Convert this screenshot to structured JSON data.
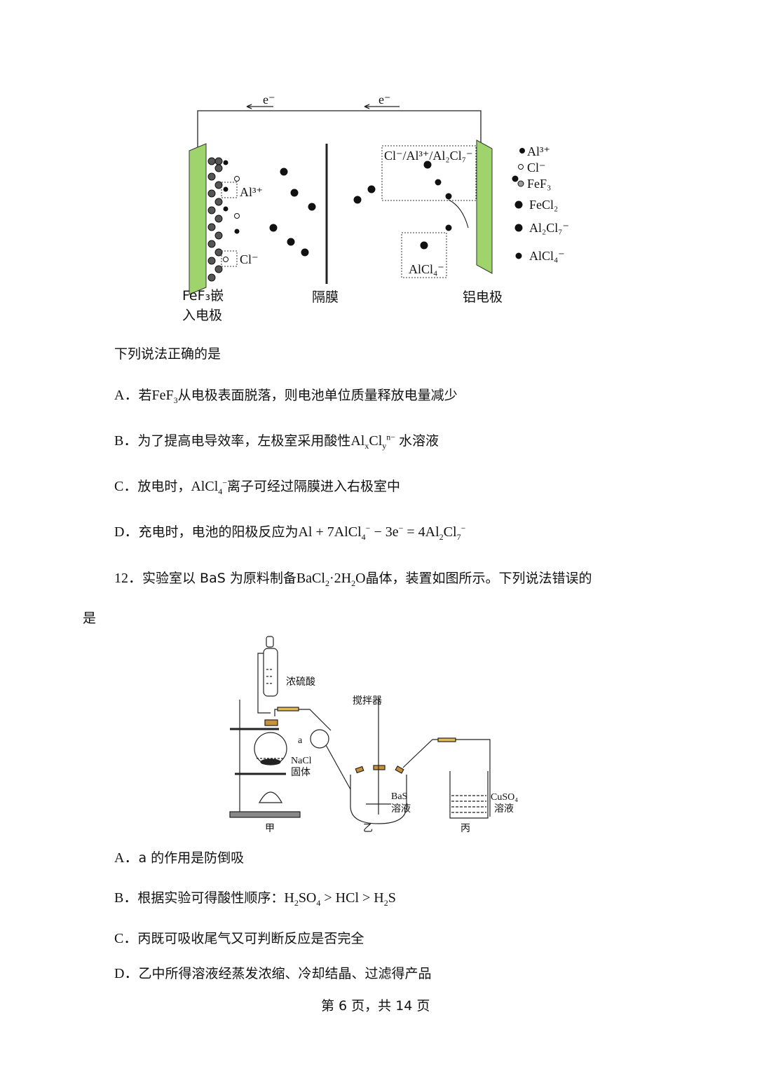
{
  "figure1": {
    "electron_left": "e⁻",
    "electron_right": "e⁻",
    "label_al3": "Al³⁺",
    "label_cl": "Cl⁻",
    "box_top_right": "Cl⁻/Al³⁺/Al₂Cl₇⁻",
    "box_alcl4": "AlCl₄⁻",
    "electrode_left_1": "FeF₃嵌",
    "electrode_left_2": "入电极",
    "membrane": "隔膜",
    "electrode_right": "铝电极",
    "legend": [
      "Al³⁺",
      "Cl⁻",
      "FeF₃",
      "FeCl₂",
      "Al₂Cl₇⁻",
      "AlCl₄⁻"
    ]
  },
  "q11": {
    "prompt": "下列说法正确的是",
    "A": {
      "label": "A．",
      "t1": "若",
      "f1": "FeF",
      "s1": "3",
      "t2": "从电极表面脱落，则电池单位质量释放电量减少"
    },
    "B": {
      "label": "B．",
      "t1": "为了提高电导效率，左极室采用酸性",
      "f1": "Al",
      "s1": "x",
      "f2": "Cl",
      "s2": "y",
      "p2": "n−",
      "t2": "水溶液"
    },
    "C": {
      "label": "C．",
      "t1": "放电时，",
      "f1": "AlCl",
      "s1": "4",
      "p1": "−",
      "t2": "离子可经过隔膜进入右极室中"
    },
    "D": {
      "label": "D．",
      "t1": "充电时，电池的阳极反应为",
      "f1": "Al + 7AlCl",
      "s1": "4",
      "p1": "−",
      "f2": " − 3e",
      "p2": "−",
      "f3": " = 4Al",
      "s3": "2",
      "f4": "Cl",
      "s4": "7",
      "p4": "−"
    }
  },
  "q12": {
    "number": "12．",
    "t1": "实验室以 BaS 为原料制备",
    "f1": "BaCl",
    "s1": "2",
    "f2": "·2H",
    "s2": "2",
    "f3": "O",
    "t2": "晶体，装置如图所示。下列说法错误的",
    "t3": "是",
    "figure": {
      "acid": "浓硫酸",
      "stirrer": "搅拌器",
      "a": "a",
      "nacl_1": "NaCl",
      "nacl_2": "固体",
      "bas_1": "BaS",
      "bas_2": "溶液",
      "cuso4_1": "CuSO₄",
      "cuso4_2": "溶液",
      "jia": "甲",
      "yi": "乙",
      "bing": "丙"
    },
    "A": {
      "label": "A．",
      "t1": "a 的作用是防倒吸"
    },
    "B": {
      "label": "B．",
      "t1": "根据实验可得酸性顺序：",
      "f1": "H",
      "s1": "2",
      "f2": "SO",
      "s2": "4",
      "f3": " > HCl > H",
      "s3": "2",
      "f4": "S"
    },
    "C": {
      "label": "C．",
      "t1": "丙既可吸收尾气又可判断反应是否完全"
    },
    "D": {
      "label": "D．",
      "t1": "乙中所得溶液经蒸发浓缩、冷却结晶、过滤得产品"
    }
  },
  "footer": "第 6 页，共 14 页"
}
